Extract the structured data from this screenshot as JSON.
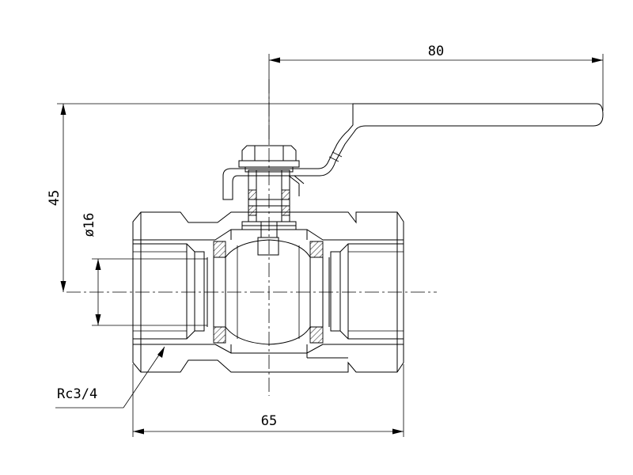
{
  "dimensions": {
    "handle_length": "80",
    "height": "45",
    "bore": "ø16",
    "thread": "Rc3/4",
    "body_length": "65"
  }
}
